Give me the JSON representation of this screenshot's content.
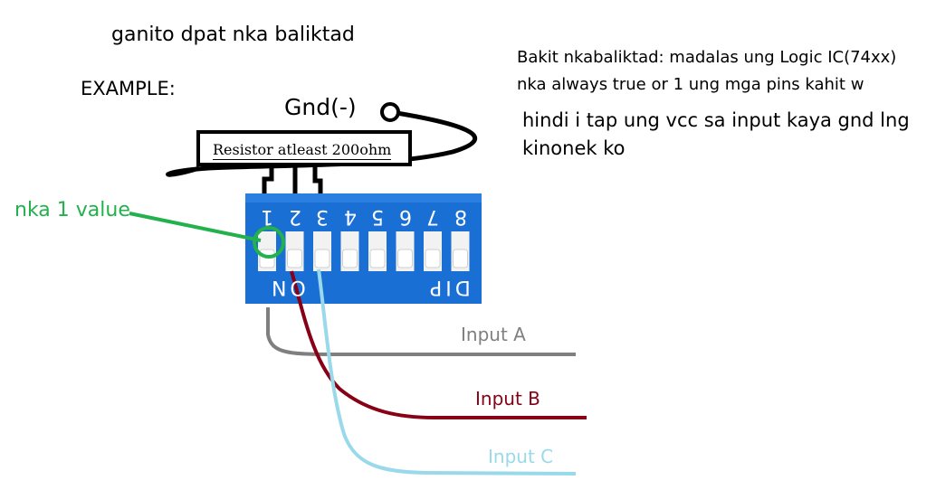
{
  "texts": {
    "title": "ganito dpat nka baliktad",
    "example": "EXAMPLE:",
    "note_line1": "Bakit nkabaliktad: madalas ung Logic IC(74xx)",
    "note_line2": "nka always true or 1 ung mga pins kahit w",
    "note_line3": "hindi i tap ung vcc sa input kaya gnd lng",
    "note_line4": "kinonek ko",
    "gnd_label": "Gnd(-)",
    "resistor_label": "Resistor atleast 200ohm",
    "nka1_label": "nka 1 value"
  },
  "dip_switch": {
    "on_label": "ON",
    "dip_label": "DIP",
    "pin_numbers": [
      "1",
      "2",
      "3",
      "4",
      "5",
      "6",
      "7",
      "8"
    ]
  },
  "inputs": [
    {
      "label": "Input A",
      "color": "#7f7f7f"
    },
    {
      "label": "Input B",
      "color": "#880015"
    },
    {
      "label": "Input C",
      "color": "#99d9ea"
    }
  ],
  "colors": {
    "dip_body": "#1a6fd4",
    "switch_slot": "#f2f2f2",
    "highlight_circle": "#22b14c",
    "wire_black": "#000000"
  }
}
